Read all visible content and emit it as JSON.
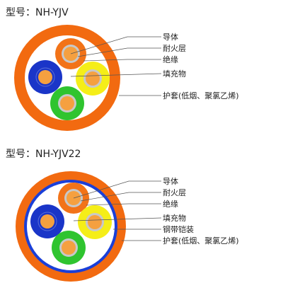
{
  "colors": {
    "sheath": "#f26a10",
    "filler": "#ffffff",
    "armour": "#1a3fd8",
    "conductor": "#f5a040",
    "fire_layer": "#c8c8c8",
    "insulation_orange": "#f27318",
    "insulation_yellow": "#f5ee18",
    "insulation_blue": "#1a35c8",
    "insulation_green": "#2fc42f",
    "leader_line": "#555555",
    "text": "#222222"
  },
  "cables": [
    {
      "id": "nh-yjv",
      "title": "型号：NH-YJV",
      "armoured": false,
      "labels": [
        "导体",
        "耐火层",
        "绝缘",
        "填充物",
        "护套(低烟、聚氯乙烯)"
      ]
    },
    {
      "id": "nh-yjv22",
      "title": "型号：NH-YJV22",
      "armoured": true,
      "labels": [
        "导体",
        "耐火层",
        "绝缘",
        "填充物",
        "钢带铠装",
        "护套(低烟、聚氯乙烯)"
      ]
    }
  ]
}
